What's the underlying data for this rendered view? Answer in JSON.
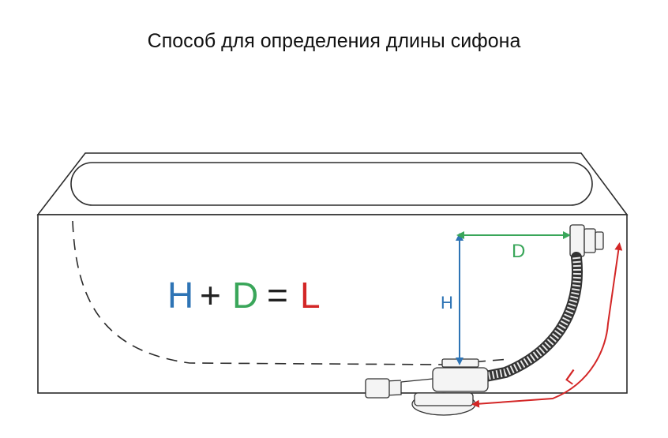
{
  "title": "Способ для определения длины сифона",
  "formula": {
    "h": "H",
    "plus": "+",
    "d": "D",
    "equals": "=",
    "l": "L"
  },
  "labels": {
    "h": "H",
    "d": "D",
    "l": "L"
  },
  "colors": {
    "h": "#2e74b5",
    "d": "#3aa65a",
    "l": "#d32626",
    "outline": "#2b2b2b",
    "text": "#111111"
  }
}
